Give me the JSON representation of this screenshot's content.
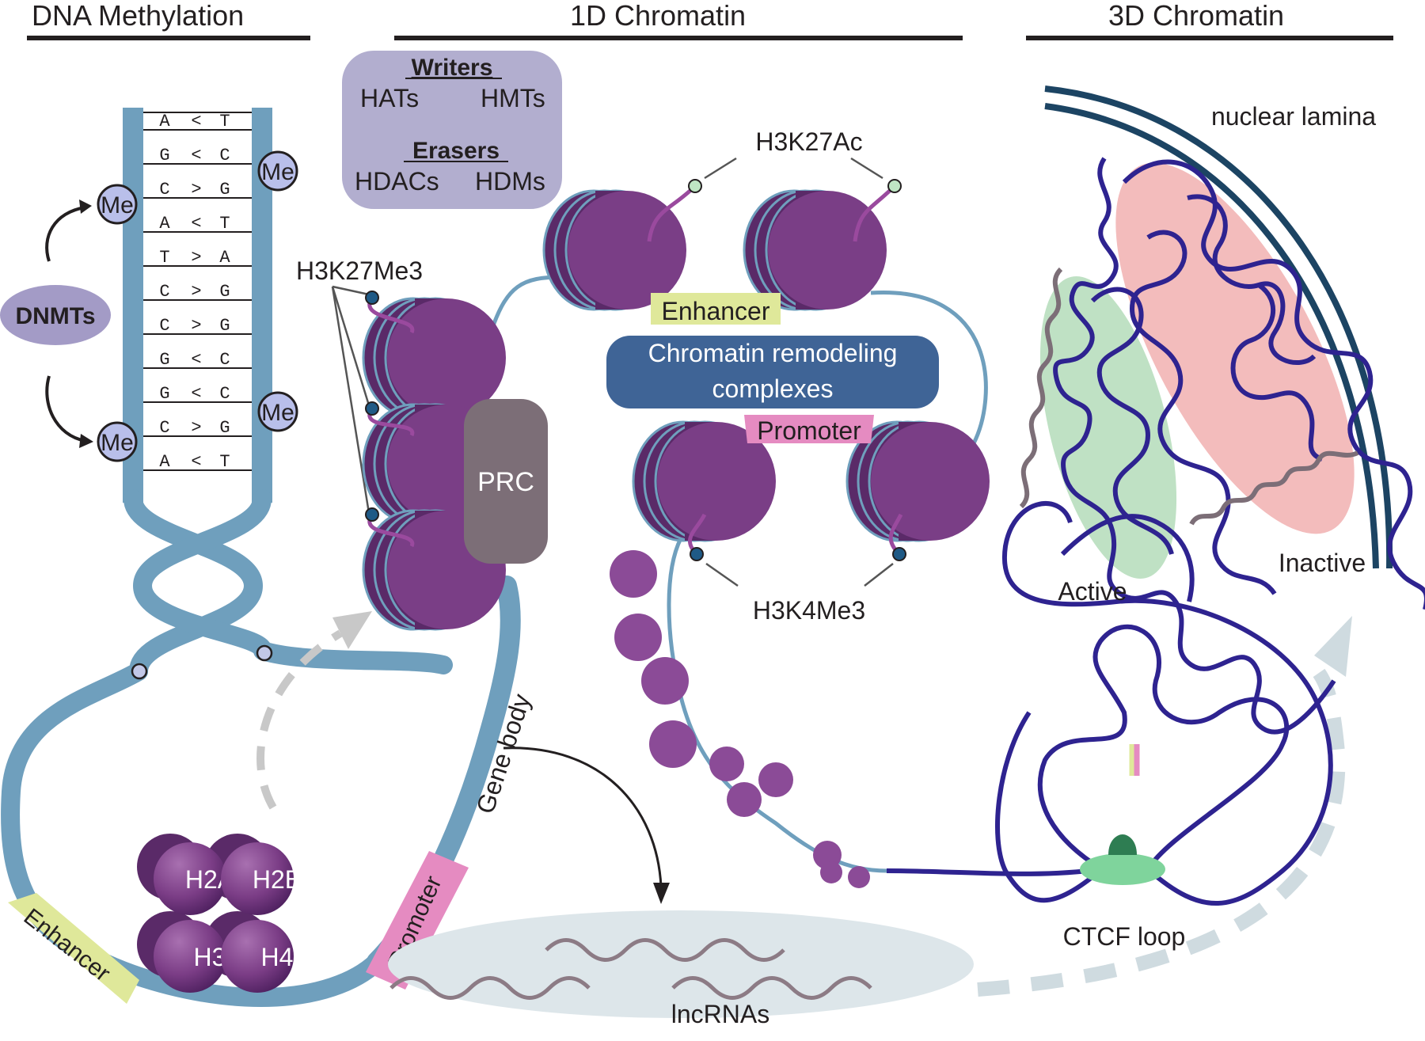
{
  "sections": {
    "dna_methylation": "DNA Methylation",
    "chromatin_1d": "1D Chromatin",
    "chromatin_3d": "3D Chromatin"
  },
  "dna": {
    "pairs": [
      {
        "left": "A",
        "dir": "<",
        "right": "T"
      },
      {
        "left": "G",
        "dir": "<",
        "right": "C"
      },
      {
        "left": "C",
        "dir": ">",
        "right": "G"
      },
      {
        "left": "A",
        "dir": "<",
        "right": "T"
      },
      {
        "left": "T",
        "dir": ">",
        "right": "A"
      },
      {
        "left": "C",
        "dir": ">",
        "right": "G"
      },
      {
        "left": "C",
        "dir": ">",
        "right": "G"
      },
      {
        "left": "G",
        "dir": "<",
        "right": "C"
      },
      {
        "left": "G",
        "dir": "<",
        "right": "C"
      },
      {
        "left": "C",
        "dir": ">",
        "right": "G"
      },
      {
        "left": "A",
        "dir": "<",
        "right": "T"
      }
    ],
    "methyl_label": "Me",
    "enzyme": "DNMTs"
  },
  "modifiers": {
    "writers_title": "Writers",
    "writers": [
      "HATs",
      "HMTs"
    ],
    "erasers_title": "Erasers",
    "erasers": [
      "HDACs",
      "HDMs"
    ]
  },
  "marks": {
    "h3k27me3": "H3K27Me3",
    "h3k27ac": "H3K27Ac",
    "h3k4me3": "H3K4Me3"
  },
  "prc": "PRC",
  "elements": {
    "enhancer": "Enhancer",
    "promoter": "Promoter",
    "gene_body": "Gene body",
    "remodeling_line1": "Chromatin remodeling",
    "remodeling_line2": "complexes"
  },
  "histones": [
    "H2A",
    "H2B",
    "H3",
    "H4"
  ],
  "lncrnas": "lncRNAs",
  "chromatin_3d": {
    "nuclear_lamina": "nuclear lamina",
    "active": "Active",
    "inactive": "Inactive",
    "ctcf_loop": "CTCF loop"
  },
  "colors": {
    "dna": "#6f9fbd",
    "nucleosome": "#7a3e86",
    "nucleosome_dark": "#5a2a68",
    "chromatin_3d": "#2e2390",
    "lamina": "#1c4463",
    "active_zone": "#bfe1c4",
    "inactive_zone": "#f3bcbc",
    "enhancer": "#dfe89a",
    "promoter": "#e58bc1",
    "remodeling": "#3f6496",
    "modifier_box": "#b2aecf",
    "prc": "#7c6e77",
    "lncrna_cloud": "#dde6ea",
    "ctcf": "#7fd49c"
  }
}
